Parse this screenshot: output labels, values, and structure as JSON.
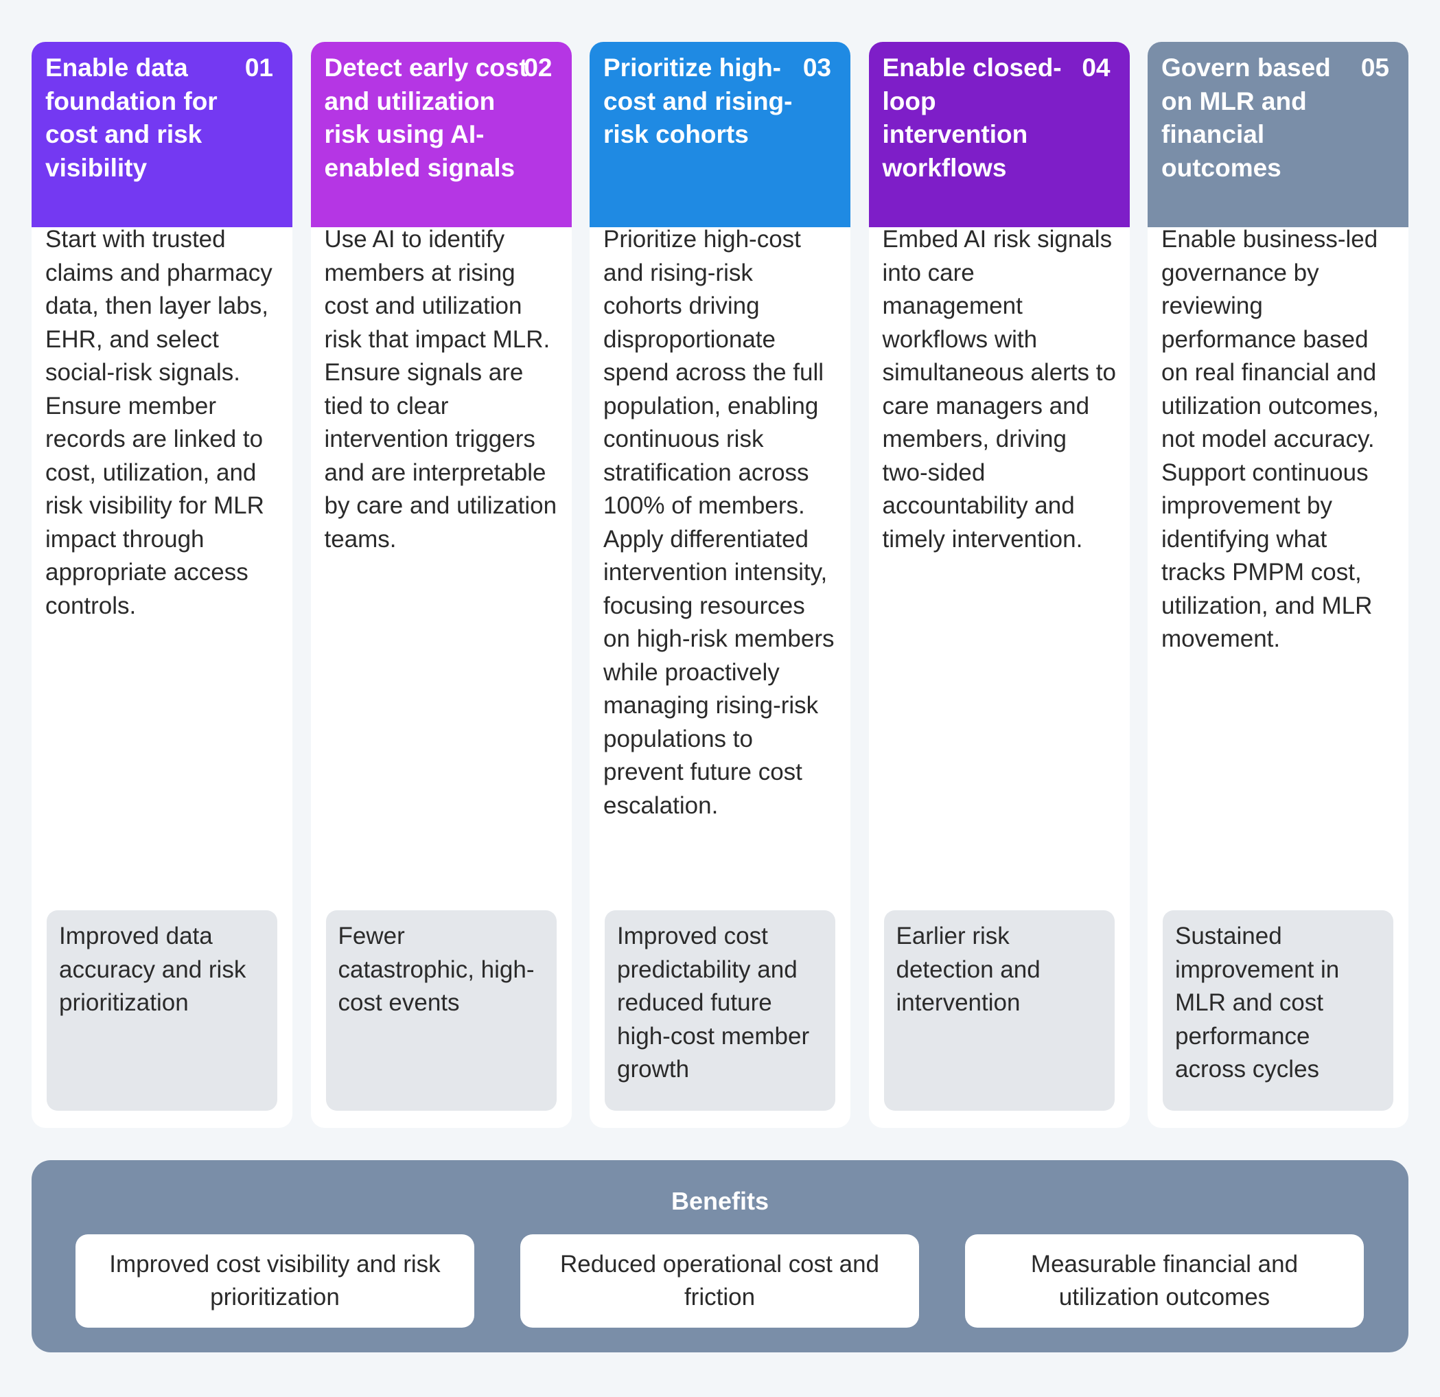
{
  "colors": {
    "background": "#f3f6f9",
    "col1": "#7439f2",
    "col2": "#b536e4",
    "col3": "#1f8ae3",
    "col4": "#7e1ec8",
    "col5": "#7a8ea8",
    "outcome_box": "#e4e7eb",
    "benefits_panel": "#7a8ea8"
  },
  "steps": [
    {
      "number": "01",
      "title": "Enable data foundation for cost and risk visibility",
      "description": "Start with trusted claims and pharmacy data, then layer labs, EHR, and select social-risk signals. Ensure member records are linked to cost, utilization, and risk visibility for MLR impact through appropriate access controls.",
      "outcome": "Improved data accuracy and risk prioritization"
    },
    {
      "number": "02",
      "title": "Detect early cost and utilization risk using AI-enabled signals",
      "description": "Use AI to identify members at rising cost and utilization risk that impact MLR. Ensure signals are tied to clear intervention triggers and are interpretable by care and utilization teams.",
      "outcome": "Fewer catastrophic, high-cost events"
    },
    {
      "number": "03",
      "title": "Prioritize high-cost and rising-risk cohorts",
      "description": "Prioritize high-cost and rising-risk cohorts driving disproportionate spend across the full population, enabling continuous risk stratification across 100% of members. Apply differentiated intervention intensity, focusing resources on high-risk members while proactively managing rising-risk populations to prevent future cost escalation.",
      "outcome": "Improved cost predictability and reduced future high-cost member growth"
    },
    {
      "number": "04",
      "title": "Enable closed-loop intervention workflows",
      "description": "Embed AI risk signals into care management workflows with simultaneous alerts to care managers and members, driving two-sided accountability and timely intervention.",
      "outcome": "Earlier risk detection and intervention"
    },
    {
      "number": "05",
      "title": "Govern based on MLR and financial outcomes",
      "description": "Enable business-led governance by reviewing performance based on real financial and utilization outcomes, not model accuracy. Support continuous improvement by identifying what tracks PMPM cost, utilization, and MLR movement.",
      "outcome": "Sustained improvement in MLR and cost performance across cycles"
    }
  ],
  "benefits": {
    "title": "Benefits",
    "items": [
      "Improved cost visibility and risk prioritization",
      "Reduced operational cost and friction",
      "Measurable financial and utilization outcomes"
    ]
  }
}
